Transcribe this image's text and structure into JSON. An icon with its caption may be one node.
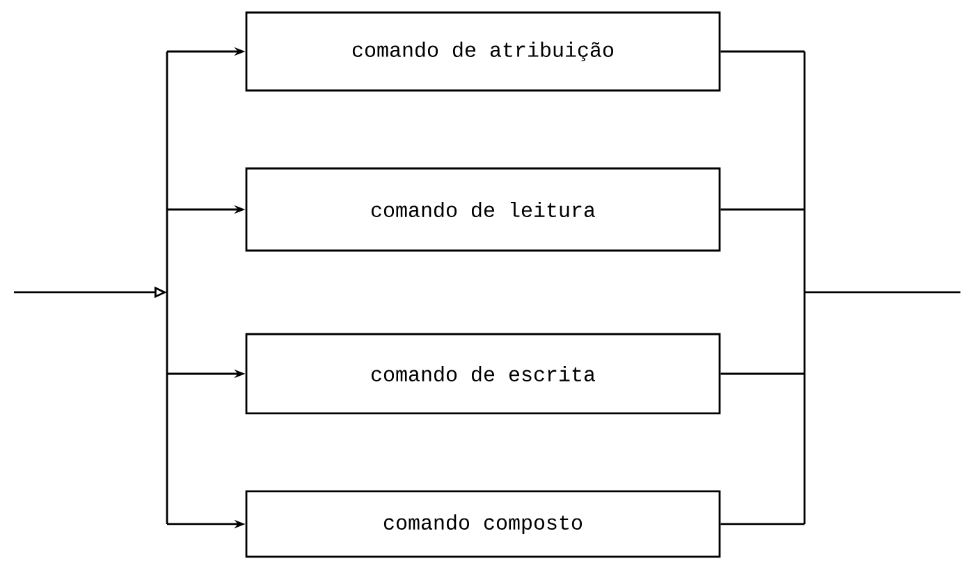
{
  "diagram": {
    "nodes": [
      {
        "text": [
          "comando de atribuição"
        ]
      },
      {
        "text": [
          "comando de leitura"
        ]
      },
      {
        "text": [
          "comando de escrita"
        ]
      },
      {
        "text": [
          "comando composto"
        ]
      }
    ],
    "edges": [
      {
        "from": null,
        "to": 0,
        "arrow": "to"
      },
      {
        "from": null,
        "to": 1,
        "arrow": "to"
      },
      {
        "from": null,
        "to": 2,
        "arrow": "to"
      },
      {
        "from": null,
        "to": 3,
        "arrow": "to"
      },
      {
        "from": 0,
        "to": null,
        "arrow": "none"
      },
      {
        "from": 1,
        "to": null,
        "arrow": "none"
      },
      {
        "from": 2,
        "to": null,
        "arrow": "none"
      },
      {
        "from": 3,
        "to": null,
        "arrow": "none"
      }
    ]
  }
}
